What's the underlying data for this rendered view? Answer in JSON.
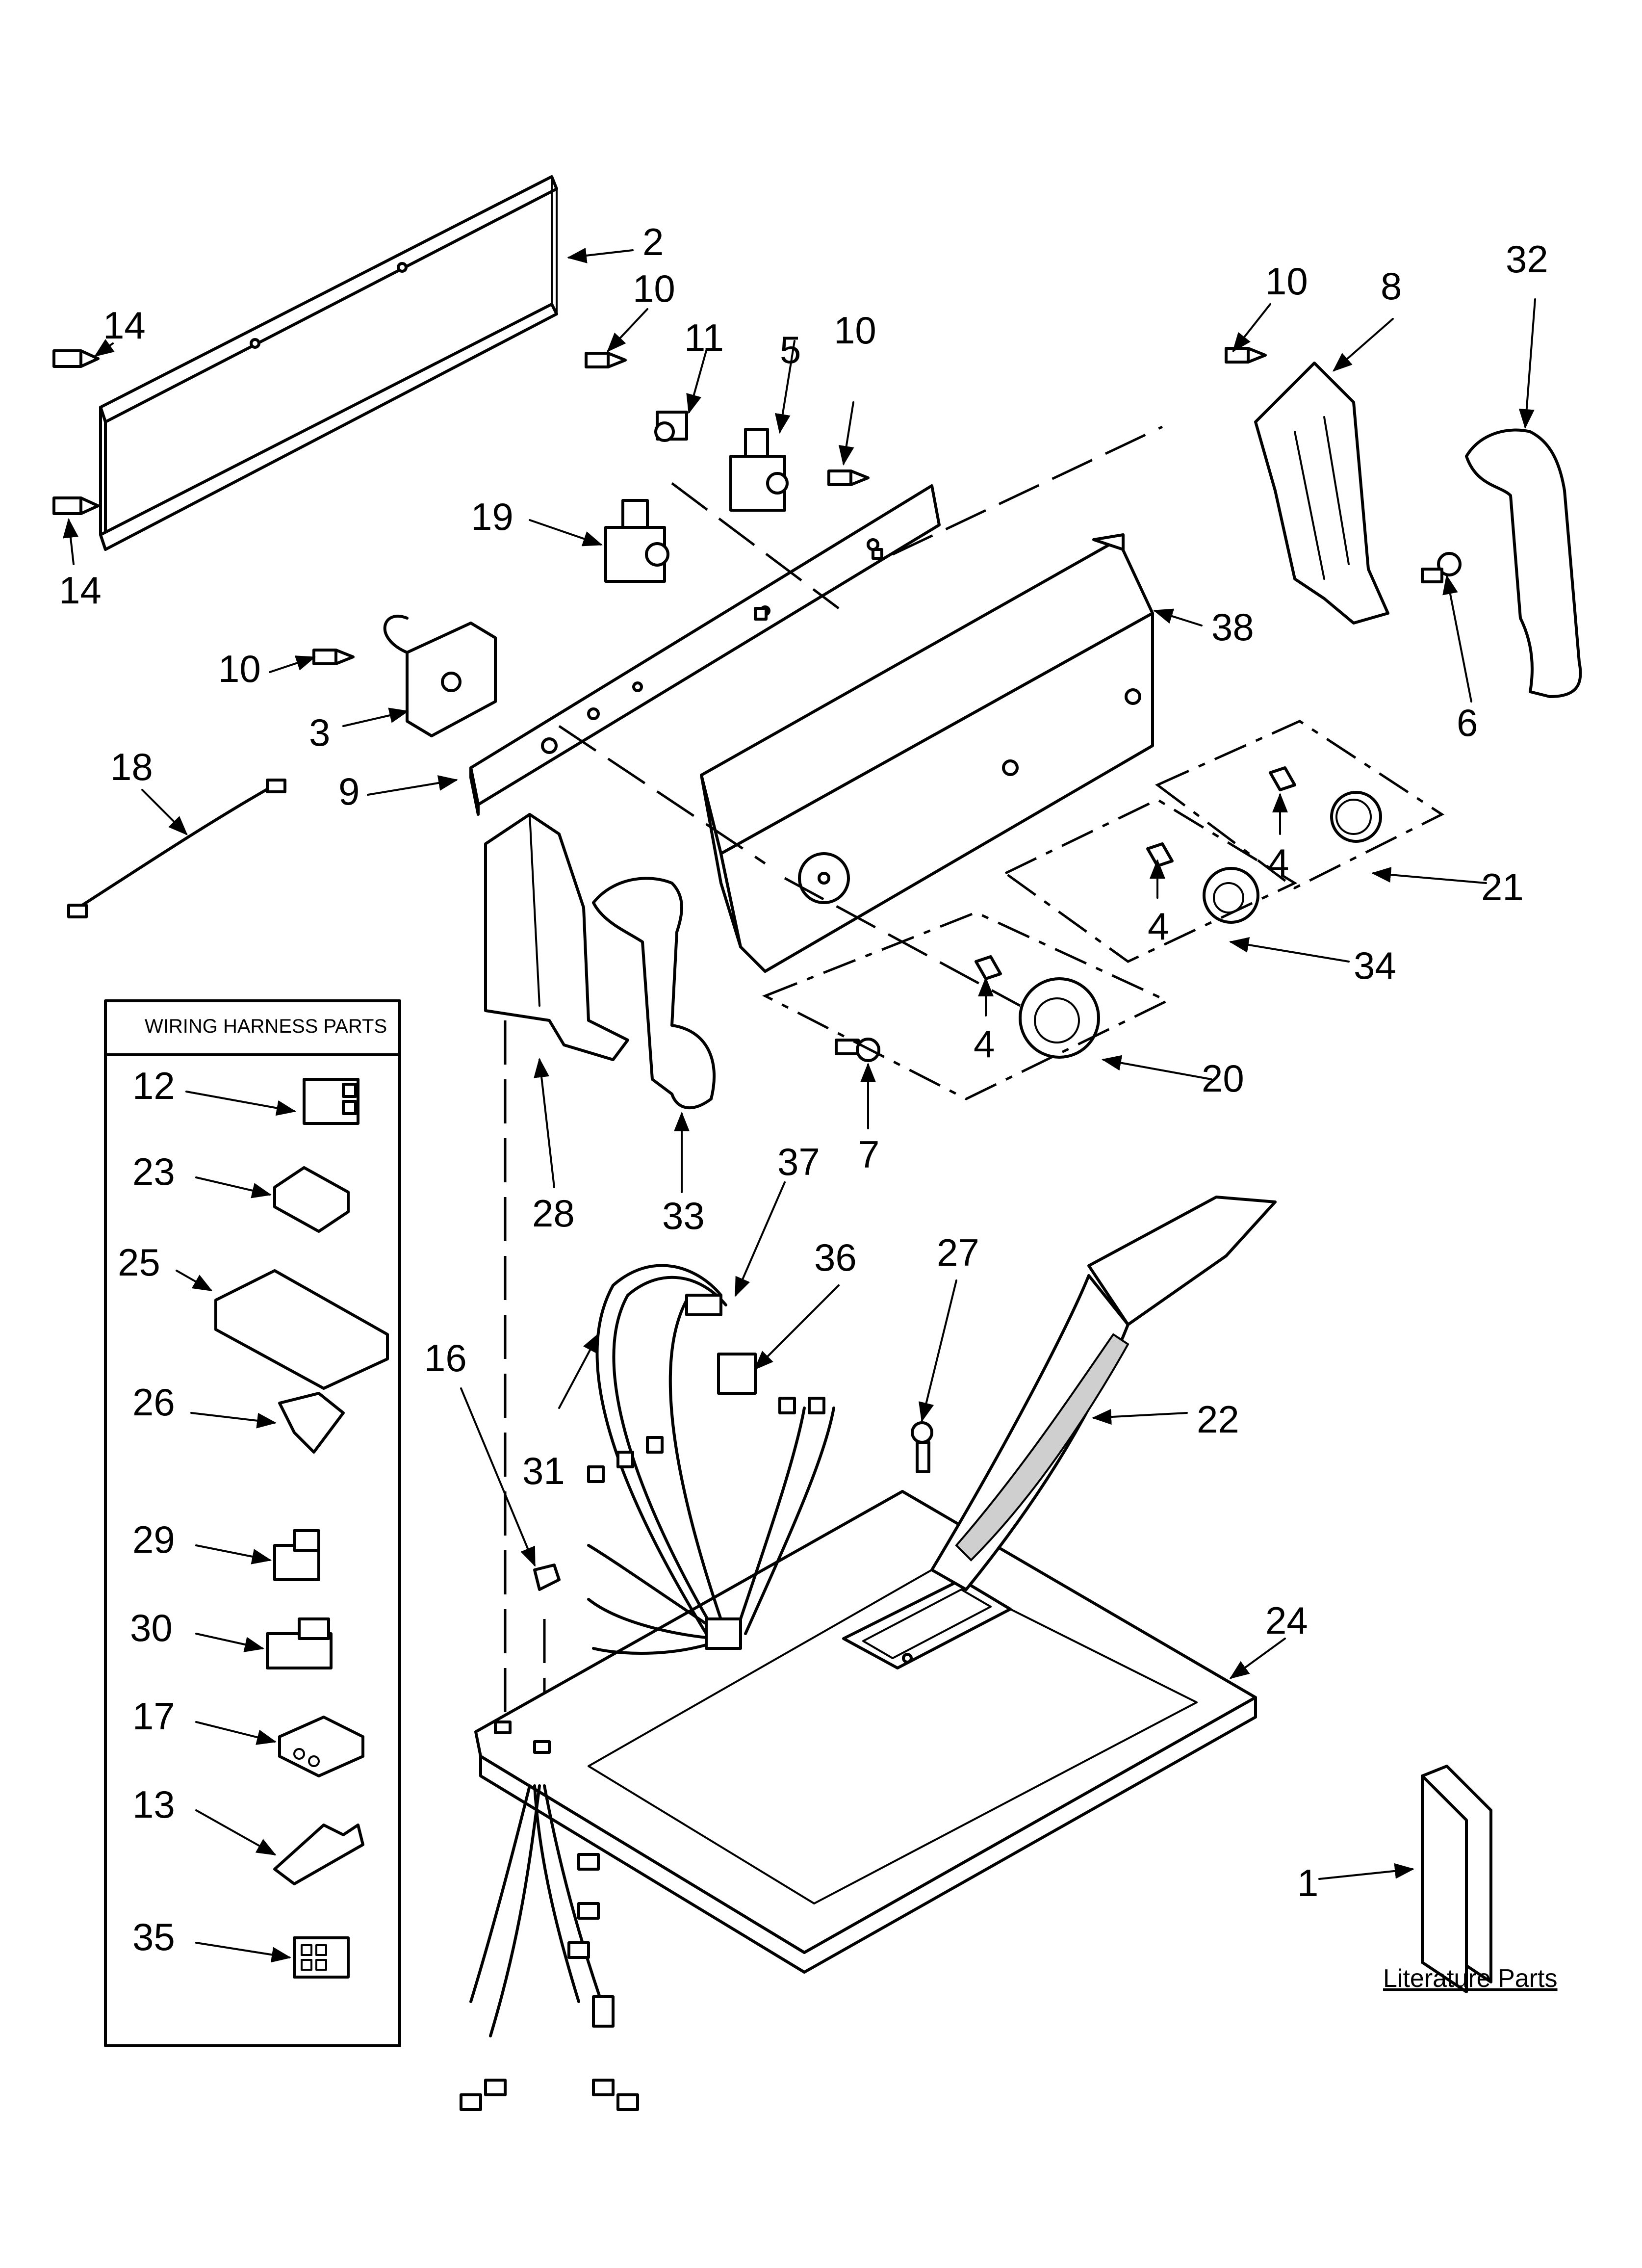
{
  "wiring_box": {
    "title": "WIRING HARNESS PARTS"
  },
  "literature": {
    "label": "Literature Parts"
  },
  "labels": {
    "p1": "1",
    "p2": "2",
    "p3": "3",
    "p4a": "4",
    "p4b": "4",
    "p4c": "4",
    "p5": "5",
    "p6": "6",
    "p7": "7",
    "p8": "8",
    "p9": "9",
    "p10a": "10",
    "p10b": "10",
    "p10c": "10",
    "p10d": "10",
    "p11": "11",
    "p12": "12",
    "p13": "13",
    "p14a": "14",
    "p14b": "14",
    "p16": "16",
    "p17": "17",
    "p18": "18",
    "p19": "19",
    "p20": "20",
    "p21": "21",
    "p22": "22",
    "p23": "23",
    "p24": "24",
    "p25": "25",
    "p26": "26",
    "p27": "27",
    "p28": "28",
    "p29": "29",
    "p30": "30",
    "p31": "31",
    "p32": "32",
    "p33": "33",
    "p34": "34",
    "p35": "35",
    "p36": "36",
    "p37": "37",
    "p38": "38"
  }
}
